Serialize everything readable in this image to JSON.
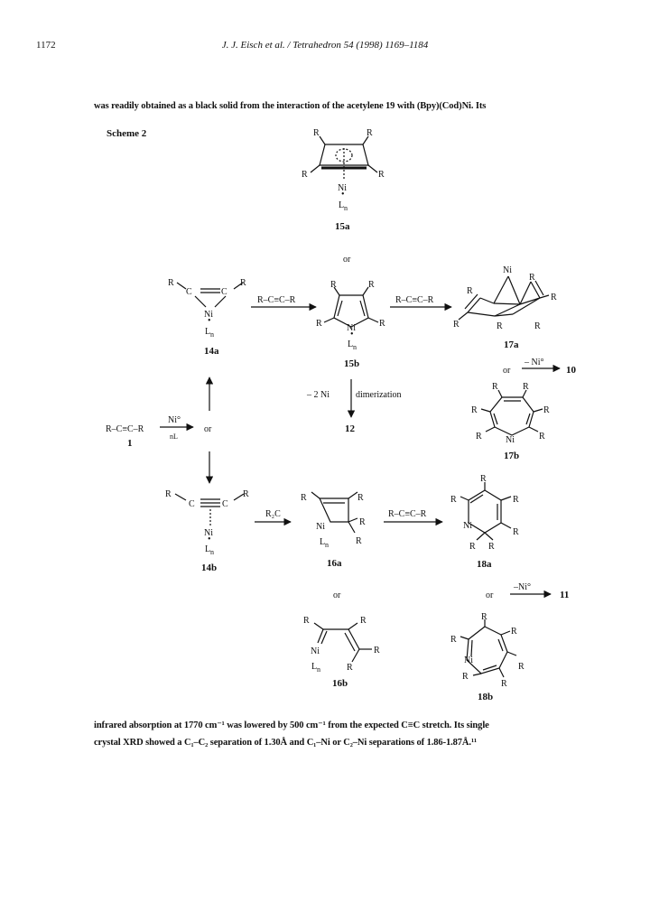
{
  "header": {
    "page_number": "1172",
    "running_title": "J. J. Eisch et al. / Tetrahedron 54 (1998) 1169–1184"
  },
  "body": {
    "intro": "was readily obtained as a black solid from the interaction of the acetylene 19 with (Bpy)(Cod)Ni. Its",
    "closing_line1": "infrared absorption at 1770 cm⁻¹ was lowered by 500 cm⁻¹ from the expected C≡C stretch. Its single",
    "closing_line2": "crystal XRD showed a C₁–C₂ separation of 1.30Å and C₁–Ni or C₂–Ni separations of 1.86-1.87Å.¹¹"
  },
  "scheme": {
    "title": "Scheme 2",
    "labels": {
      "c1": "1",
      "c10": "10",
      "c11": "11",
      "c12": "12",
      "c14a": "14a",
      "c14b": "14b",
      "c15a": "15a",
      "c15b": "15b",
      "c16a": "16a",
      "c16b": "16b",
      "c17a": "17a",
      "c17b": "17b",
      "c18a": "18a",
      "c18b": "18b"
    },
    "arrows": {
      "alkyne_to_14a": "R–C≡C–R",
      "alkyne_to_17a": "R–C≡C–R",
      "alkyne_to_18a": "R–C≡C–R",
      "r2c": "R₂C",
      "ni_top": "Ni°",
      "ni_bottom": "nL",
      "minus_ni_10": "– Ni°",
      "minus_ni_11": "–Ni°",
      "dimer_left": "– 2 Ni",
      "dimer_right": "dimerization"
    },
    "start": "R–C≡C–R",
    "or": "or",
    "R": "R",
    "Ni": "Ni",
    "C": "C",
    "Ln": "L",
    "n": "n"
  }
}
